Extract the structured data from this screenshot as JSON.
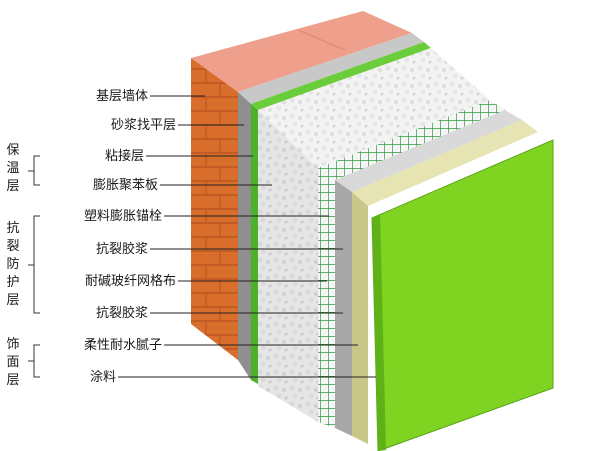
{
  "groups": {
    "insulation": [
      "保",
      "温",
      "层"
    ],
    "crack_protection": [
      "抗",
      "裂",
      "防",
      "护",
      "层"
    ],
    "finish": [
      "饰",
      "面",
      "层"
    ]
  },
  "labels": {
    "base_wall": "基层墙体",
    "leveling_mortar": "砂浆找平层",
    "adhesive": "粘接层",
    "eps_board": "膨胀聚苯板",
    "plastic_anchor": "塑料膨胀锚栓",
    "crack_mortar_1": "抗裂胶浆",
    "fiberglass_mesh": "耐碱玻纤网格布",
    "crack_mortar_2": "抗裂胶浆",
    "putty": "柔性耐水腻子",
    "paint": "涂料"
  },
  "colors": {
    "brick": "#e0732f",
    "brick_top": "#eea08d",
    "mortar": "#9e9e9e",
    "adhesive": "#5fc236",
    "eps": "#f1f1f1",
    "mesh": "#2f9a3d",
    "putty": "#d6d49a",
    "paint": "#7fd321"
  }
}
